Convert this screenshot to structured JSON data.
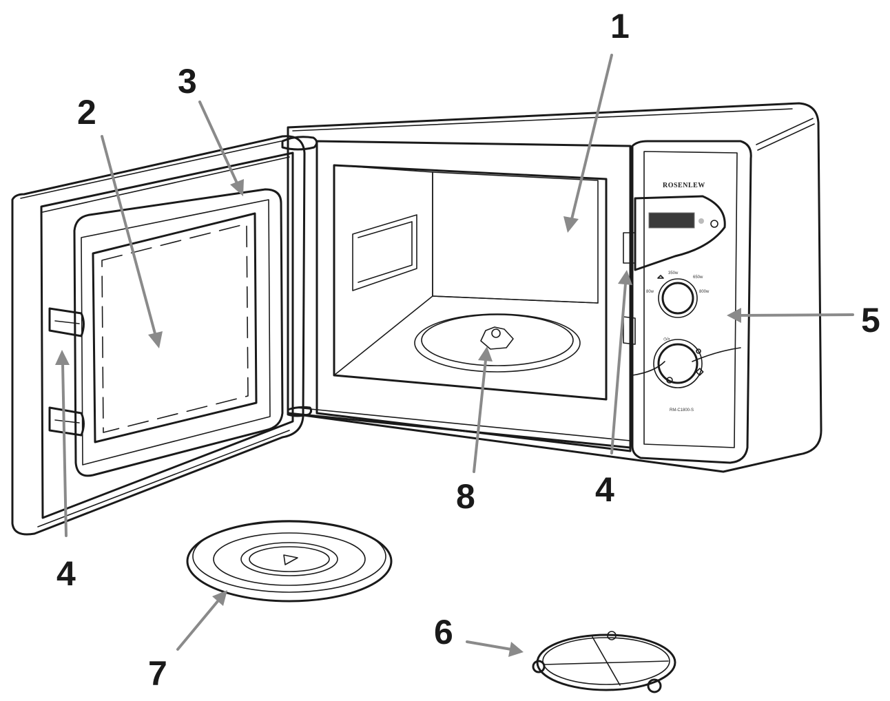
{
  "device": {
    "brand": "ROSENLEW",
    "power_levels": [
      "80w",
      "350w",
      "650w",
      "800w"
    ],
    "model": "RM-C1800-S"
  },
  "callouts": [
    {
      "id": "1",
      "label": "1"
    },
    {
      "id": "2",
      "label": "2"
    },
    {
      "id": "3",
      "label": "3"
    },
    {
      "id": "4a",
      "label": "4"
    },
    {
      "id": "4b",
      "label": "4"
    },
    {
      "id": "5",
      "label": "5"
    },
    {
      "id": "6",
      "label": "6"
    },
    {
      "id": "7",
      "label": "7"
    },
    {
      "id": "8",
      "label": "8"
    }
  ],
  "colors": {
    "line": "#1a1a1a",
    "arrow": "#8a8a8a",
    "body": "#e6e6e6",
    "display": "#1c1c1c"
  }
}
